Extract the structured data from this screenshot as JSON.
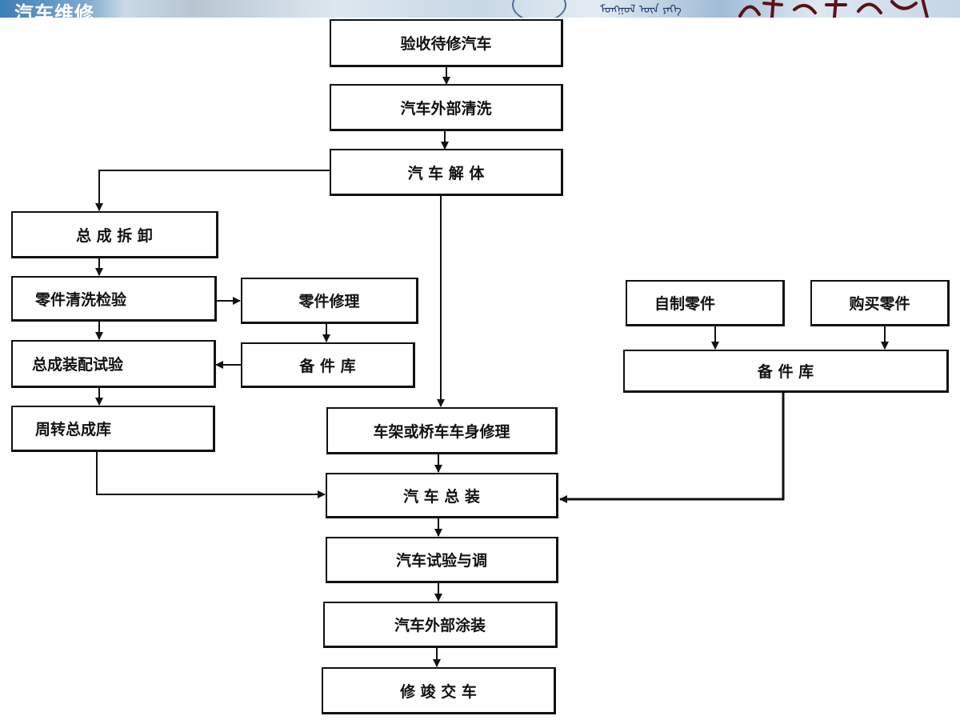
{
  "header": {
    "title": "汽车维修"
  },
  "flowchart": {
    "receive": "验收待修汽车",
    "wash": "汽车外部清洗",
    "disassemble": "汽 车 解 体",
    "assembly_removal": "总 成 拆 卸",
    "parts_cleaning": "零件清洗检验",
    "parts_repair": "零件修理",
    "spare_stock_left": "备 件 库",
    "assembly_test": "总成装配试验",
    "turnover_stock": "周转总成库",
    "frame_repair": "车架或桥车车身修理",
    "self_made_parts": "自制零件",
    "purchased_parts": "购买零件",
    "spare_stock_right": "备 件 库",
    "final_assembly": "汽 车 总 装",
    "test_adjust": "汽车试验与调",
    "painting": "汽车外部涂装",
    "delivery": "修 竣 交 车"
  }
}
